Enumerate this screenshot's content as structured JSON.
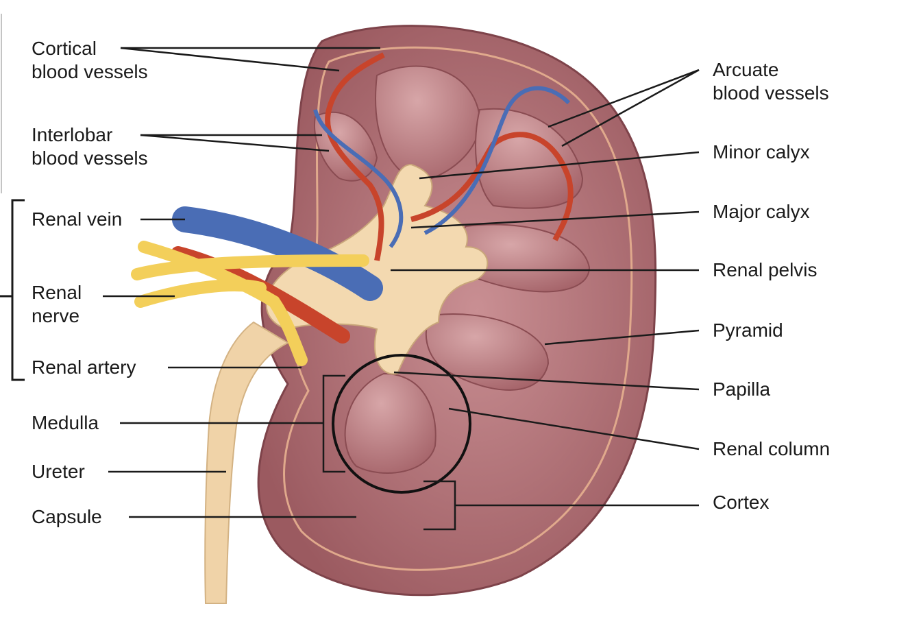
{
  "labels_left": {
    "cortical_blood_vessels": [
      "Cortical",
      "blood vessels"
    ],
    "interlobar_blood_vessels": [
      "Interlobar",
      "blood vessels"
    ],
    "renal_vein": "Renal vein",
    "renal_nerve": [
      "Renal",
      "nerve"
    ],
    "renal_artery": "Renal artery",
    "medulla": "Medulla",
    "ureter": "Ureter",
    "capsule": "Capsule"
  },
  "labels_right": {
    "arcuate_blood_vessels": [
      "Arcuate",
      "blood vessels"
    ],
    "minor_calyx": "Minor calyx",
    "major_calyx": "Major calyx",
    "renal_pelvis": "Renal pelvis",
    "pyramid": "Pyramid",
    "papilla": "Papilla",
    "renal_column": "Renal column",
    "cortex": "Cortex"
  },
  "colors": {
    "cortex_outer": "#a8646a",
    "cortex_inner": "#c89093",
    "medulla": "#b77a80",
    "pelvis": "#f3d9b0",
    "artery": "#c8442b",
    "vein": "#4a6db5",
    "nerve": "#f3cf5a",
    "ureter": "#f0d3a8",
    "leader_line": "#1a1a1a"
  }
}
